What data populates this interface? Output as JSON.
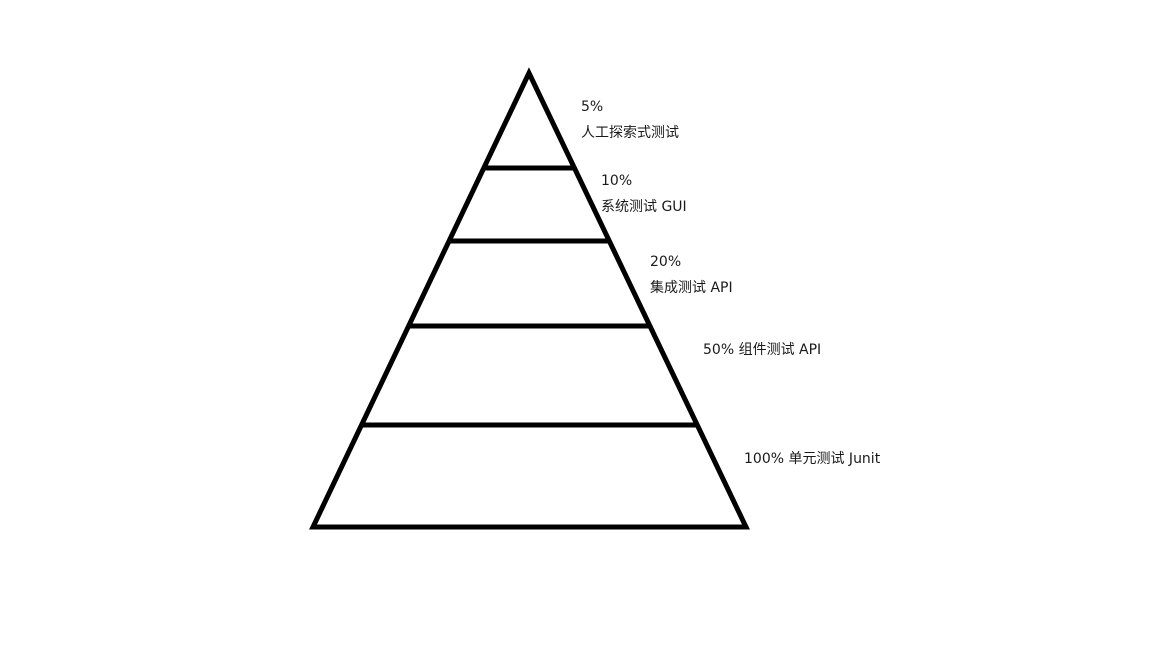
{
  "layers": [
    {
      "percent": "5%",
      "name": "人工探索式测试"
    },
    {
      "percent": "10%",
      "name": "系统测试 GUI"
    },
    {
      "percent": "20%",
      "name": "集成测试 API"
    },
    {
      "percent": "50%",
      "name": "组件测试 API"
    },
    {
      "percent": "100%",
      "name": "单元测试 Junit"
    }
  ]
}
